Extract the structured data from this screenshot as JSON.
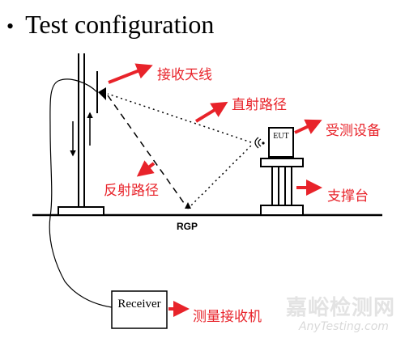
{
  "title": {
    "bullet": "•",
    "text": "Test configuration"
  },
  "labels": {
    "receiving_antenna": "接收天线",
    "direct_path": "直射路径",
    "eut_device": "受测设备",
    "reflected_path": "反射路径",
    "support_table": "支撑台",
    "measurement_receiver": "测量接收机"
  },
  "equipment": {
    "eut": "EUT",
    "receiver": "Receiver",
    "ground_reflection_point": "RGP"
  },
  "watermark": {
    "chinese": "嘉峪检测网",
    "english": "AnyTesting.com"
  },
  "colors": {
    "annotation": "#e8232a",
    "line": "#000000",
    "background": "#ffffff"
  }
}
